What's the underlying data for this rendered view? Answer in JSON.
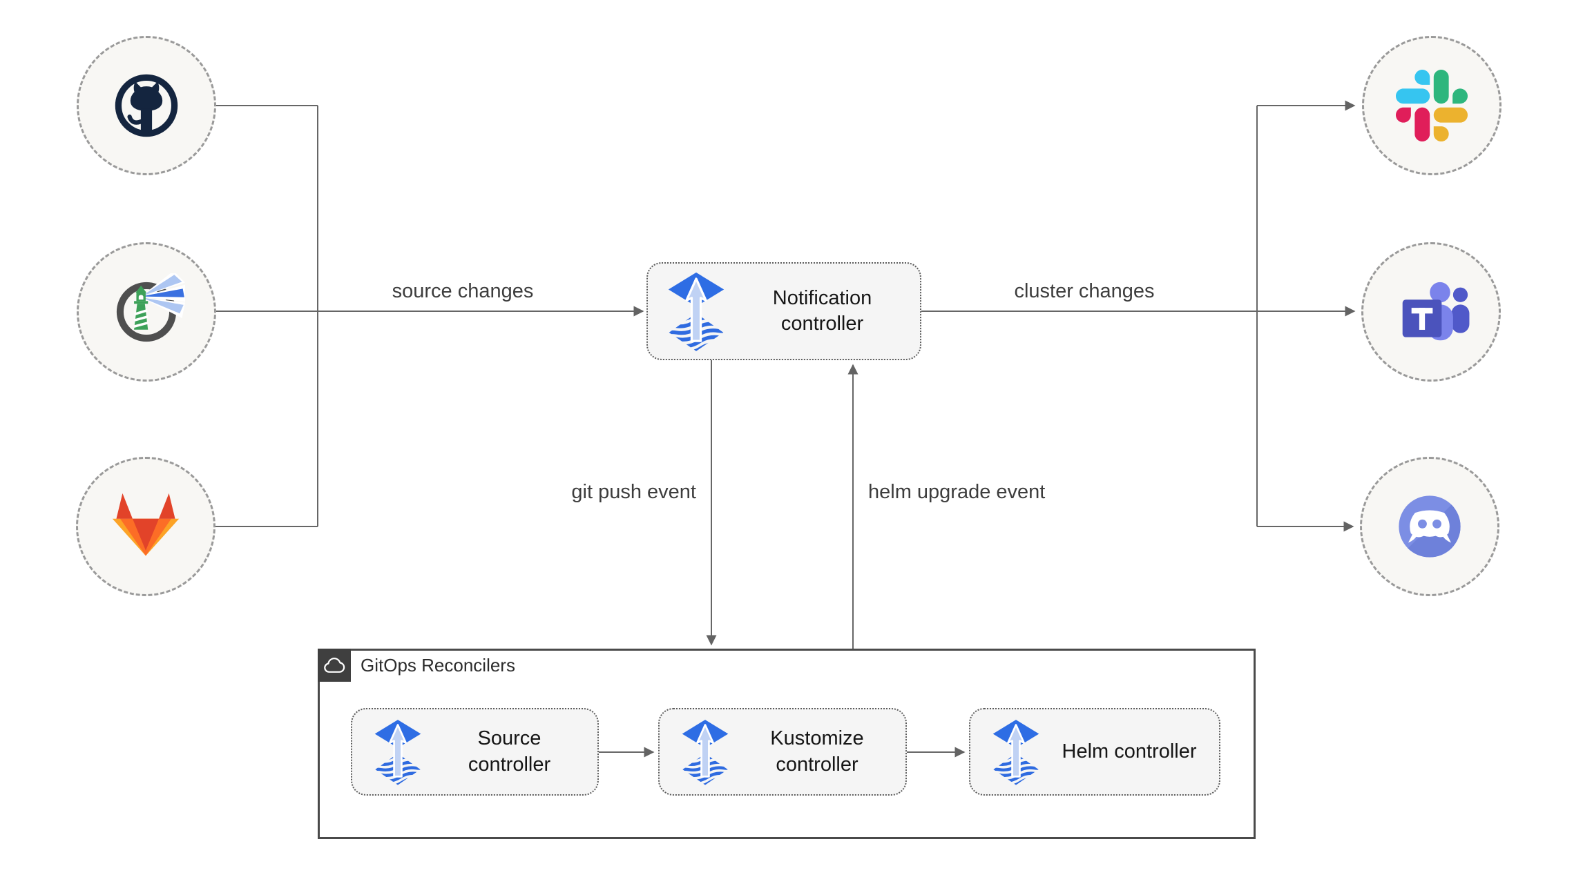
{
  "diagram": {
    "sources": [
      {
        "id": "github",
        "icon": "github-icon",
        "name": "GitHub"
      },
      {
        "id": "harbor",
        "icon": "harbor-icon",
        "name": "Harbor"
      },
      {
        "id": "gitlab",
        "icon": "gitlab-icon",
        "name": "GitLab"
      }
    ],
    "notification": {
      "label": "Notification controller"
    },
    "edge_labels": {
      "source_changes": "source changes",
      "cluster_changes": "cluster changes",
      "git_push": "git push event",
      "helm_upgrade": "helm upgrade event"
    },
    "reconcilers": {
      "title": "GitOps Reconcilers",
      "items": [
        {
          "label": "Source controller"
        },
        {
          "label": "Kustomize controller"
        },
        {
          "label": "Helm controller"
        }
      ]
    },
    "targets": [
      {
        "id": "slack",
        "icon": "slack-icon",
        "name": "Slack"
      },
      {
        "id": "teams",
        "icon": "teams-icon",
        "name": "Microsoft Teams"
      },
      {
        "id": "discord",
        "icon": "discord-icon",
        "name": "Discord"
      }
    ],
    "colors": {
      "flux_blue": "#2e6de4",
      "flux_arrow": "#c0d2f4",
      "line_gray": "#666666",
      "box_fill": "#f5f5f5",
      "circle_fill": "#f8f7f4",
      "slack_blue": "#36C5F0",
      "slack_green": "#2EB67D",
      "slack_yellow": "#ECB22E",
      "slack_red": "#E01E5A",
      "gitlab_red": "#e24329",
      "gitlab_orange": "#fc6d26",
      "gitlab_yellow": "#fca326",
      "teams_purple": "#4b53bc",
      "discord_blurple": "#7c8ee4",
      "github_navy": "#14253f",
      "harbor_green": "#3da159"
    }
  }
}
